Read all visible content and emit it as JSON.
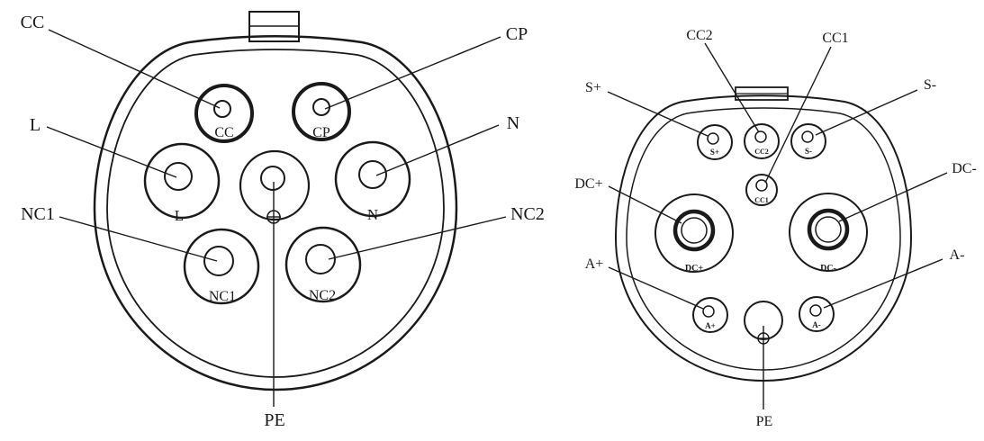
{
  "colors": {
    "line": "#1a1a1a",
    "background": "#ffffff"
  },
  "ac_connector": {
    "callouts": {
      "cc": "CC",
      "cp": "CP",
      "l": "L",
      "n": "N",
      "nc1": "NC1",
      "nc2": "NC2",
      "pe": "PE"
    },
    "pins": {
      "cc": "CC",
      "cp": "CP",
      "l": "L",
      "n": "N",
      "nc1": "NC1",
      "nc2": "NC2"
    }
  },
  "dc_connector": {
    "callouts": {
      "cc2": "CC2",
      "cc1": "CC1",
      "s_plus": "S+",
      "s_minus": "S-",
      "dc_plus": "DC+",
      "dc_minus": "DC-",
      "a_plus": "A+",
      "a_minus": "A-",
      "pe": "PE"
    },
    "pins": {
      "s_plus": "S+",
      "cc2": "CC2",
      "s_minus": "S-",
      "cc1": "CC1",
      "dc_plus": "DC+",
      "dc_minus": "DC-",
      "a_plus": "A+",
      "a_minus": "A-"
    }
  }
}
